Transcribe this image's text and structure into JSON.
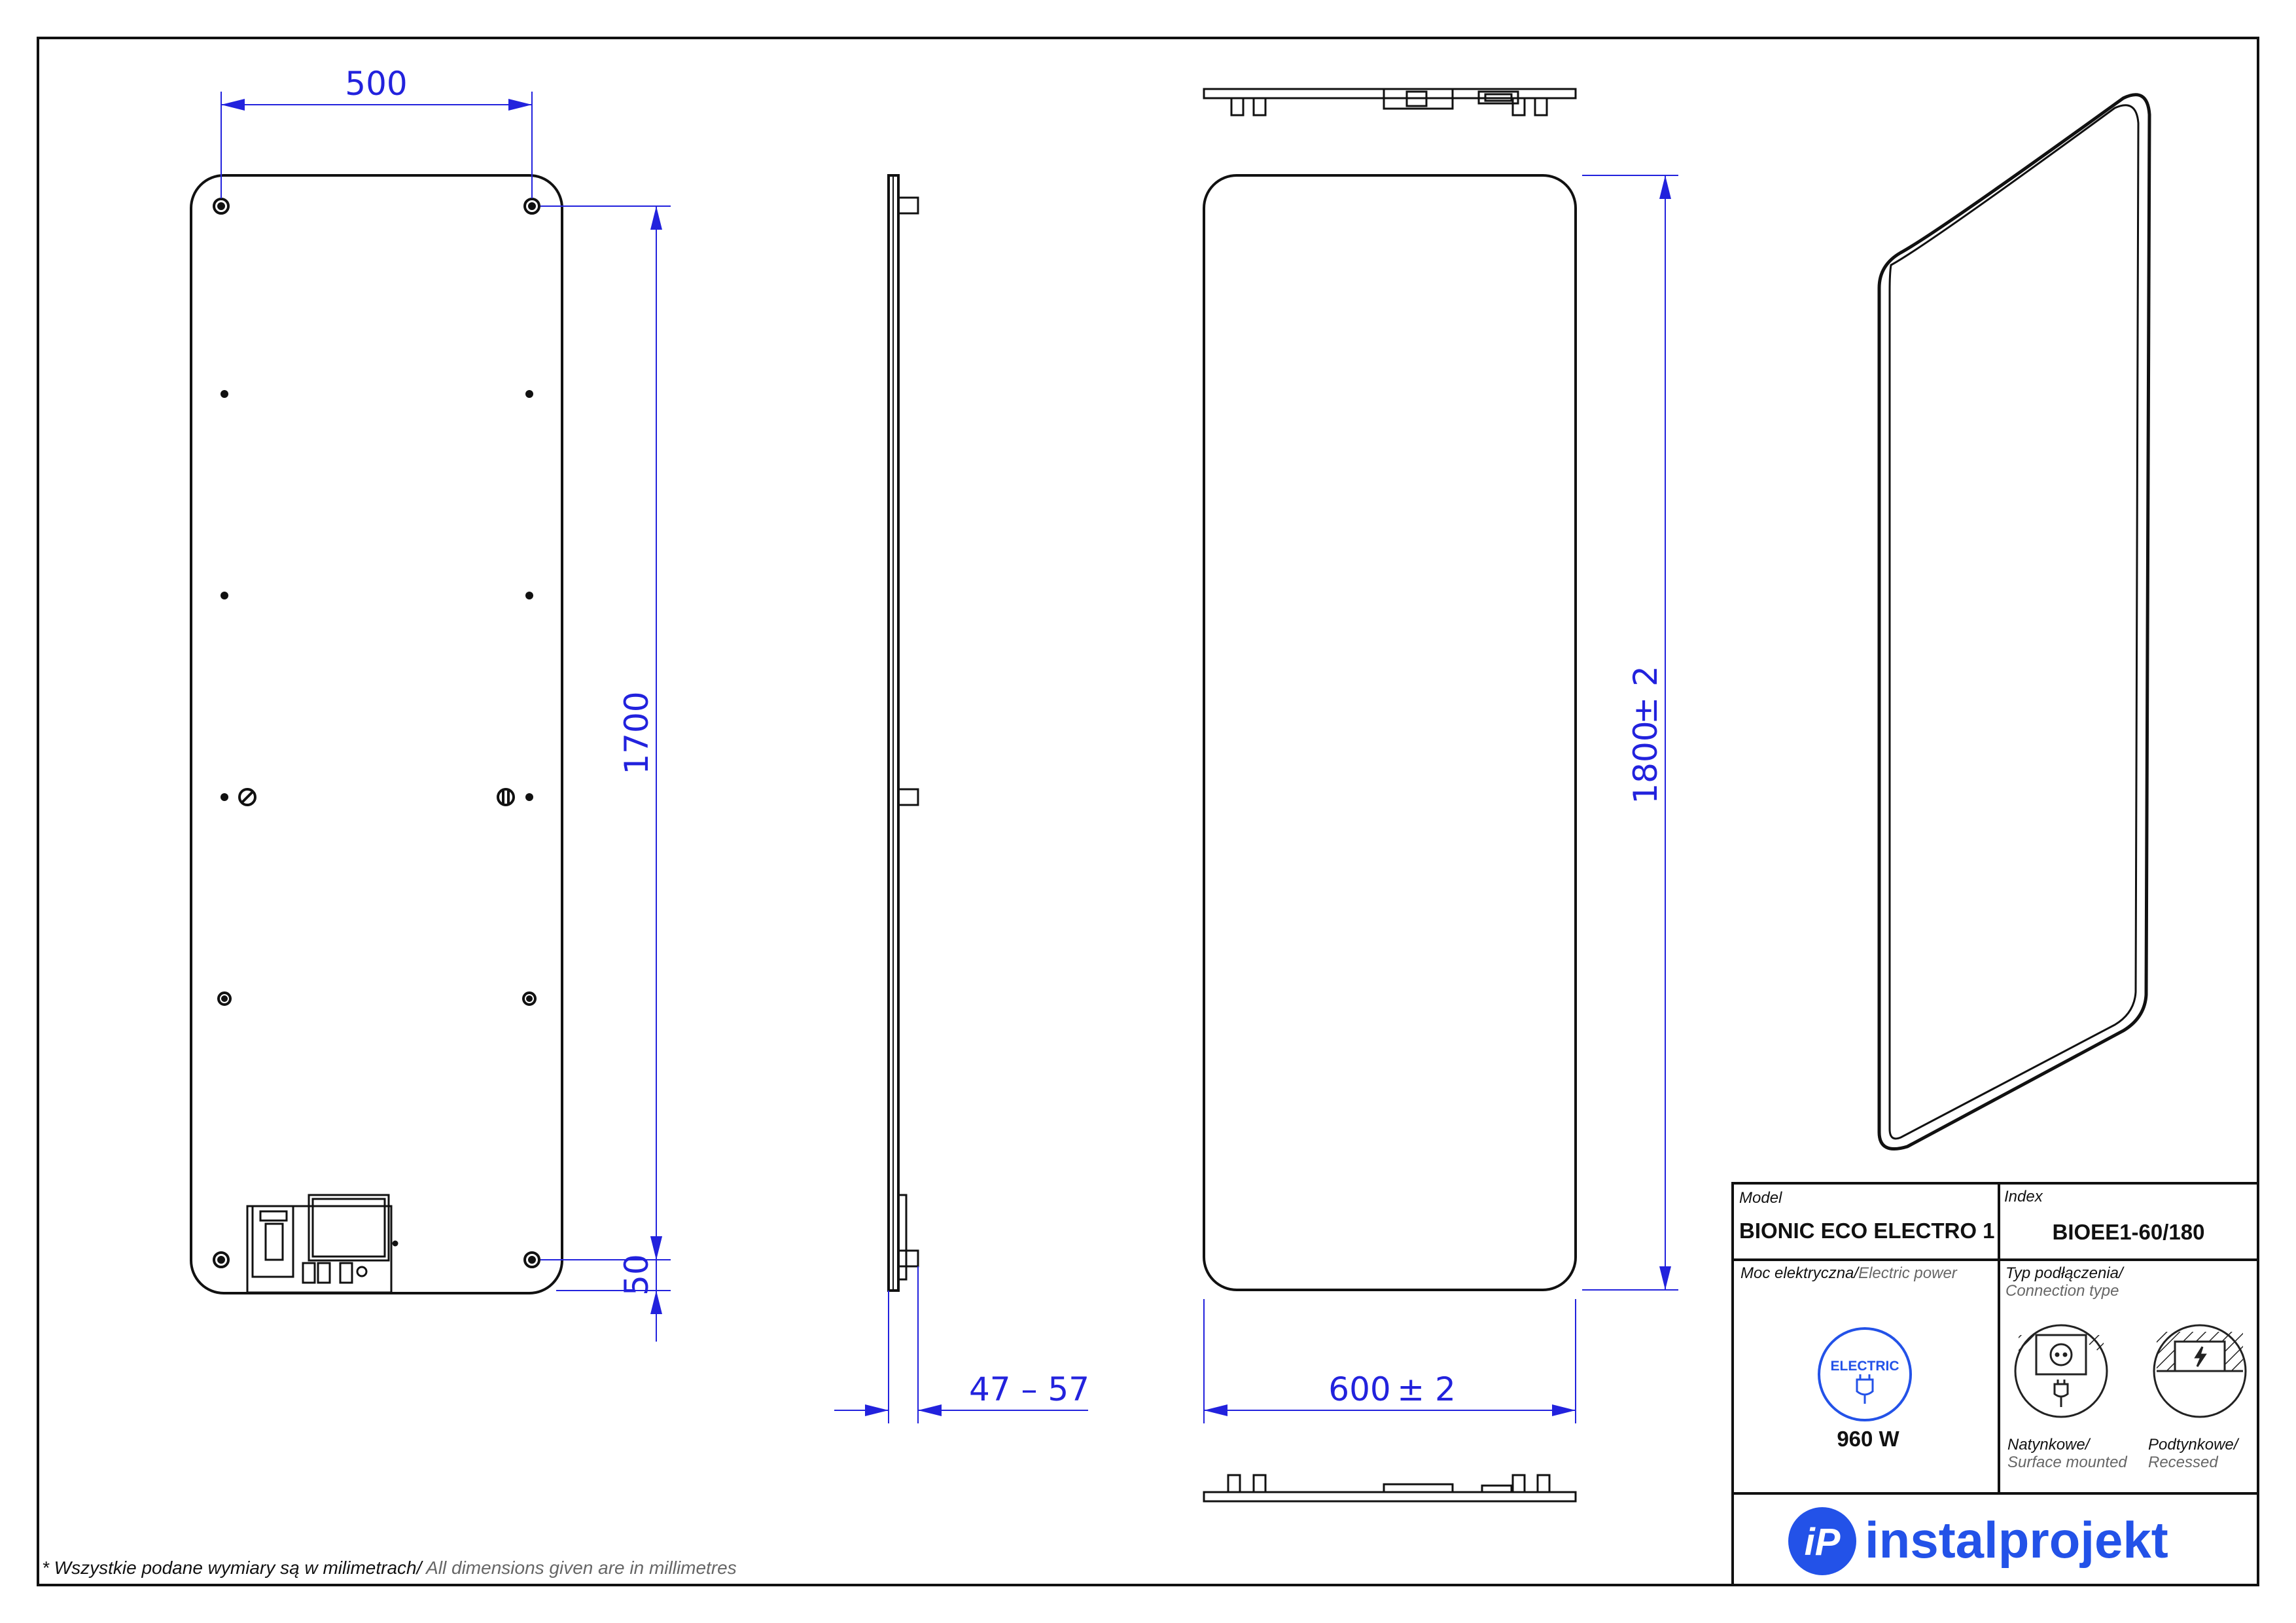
{
  "dimensions": {
    "width_top": "500",
    "height_holes": "1700",
    "bottom_offset": "50",
    "depth": "47 – 57",
    "front_width": "600",
    "front_width_tol": "± 2",
    "front_height": "1800",
    "front_height_tol": "± 2"
  },
  "title_block": {
    "model_label": "Model",
    "model_value": "BIONIC ECO ELECTRO 1",
    "index_label": "Index",
    "index_value": "BIOEE1-60/180",
    "power_label_pl": "Moc elektryczna/",
    "power_label_en": "Electric power",
    "electric_badge": "ELECTRIC",
    "power_value": "960 W",
    "connection_label_pl": "Typ podłączenia/",
    "connection_label_en": "Connection type",
    "surface_pl": "Natynkowe/",
    "surface_en": "Surface mounted",
    "recessed_pl": "Podtynkowe/",
    "recessed_en": "Recessed",
    "brand": "instalprojekt",
    "logo_letters": "iP"
  },
  "footnote": {
    "pl": "* Wszystkie podane wymiary są w milimetrach/",
    "en": " All dimensions given are in millimetres"
  },
  "colors": {
    "line": "#111111",
    "dimension": "#2222dd",
    "brand": "#2352e8"
  }
}
